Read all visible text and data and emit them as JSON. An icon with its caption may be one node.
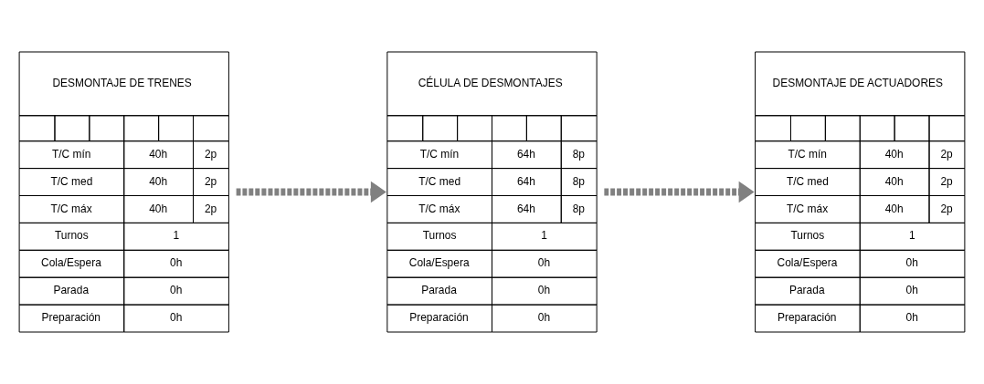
{
  "diagram": {
    "nodes": [
      {
        "text": [
          "DESMONTAJE DE TRENES",
          "T/C mín",
          "40h",
          "2p",
          "T/C med",
          "40h",
          "2p",
          "T/C máx",
          "40h",
          "2p",
          "Turnos",
          "1",
          "Cola/Espera",
          "0h",
          "Parada",
          "0h",
          "Preparación",
          "0h"
        ]
      },
      {
        "text": [
          "CÉLULA DE DESMONTAJES",
          "T/C mín",
          "64h",
          "8p",
          "T/C med",
          "64h",
          "8p",
          "T/C máx",
          "64h",
          "8p",
          "Turnos",
          "1",
          "Cola/Espera",
          "0h",
          "Parada",
          "0h",
          "Preparación",
          "0h"
        ]
      },
      {
        "text": [
          "DESMONTAJE DE ACTUADORES",
          "T/C mín",
          "40h",
          "2p",
          "T/C med",
          "40h",
          "2p",
          "T/C máx",
          "40h",
          "2p",
          "Turnos",
          "1",
          "Cola/Espera",
          "0h",
          "Parada",
          "0h",
          "Preparación",
          "0h"
        ]
      }
    ],
    "edges": [
      {
        "from": 0,
        "to": 1,
        "arrow": "to",
        "style": "dashed"
      },
      {
        "from": 1,
        "to": 2,
        "arrow": "to",
        "style": "dashed"
      }
    ]
  }
}
